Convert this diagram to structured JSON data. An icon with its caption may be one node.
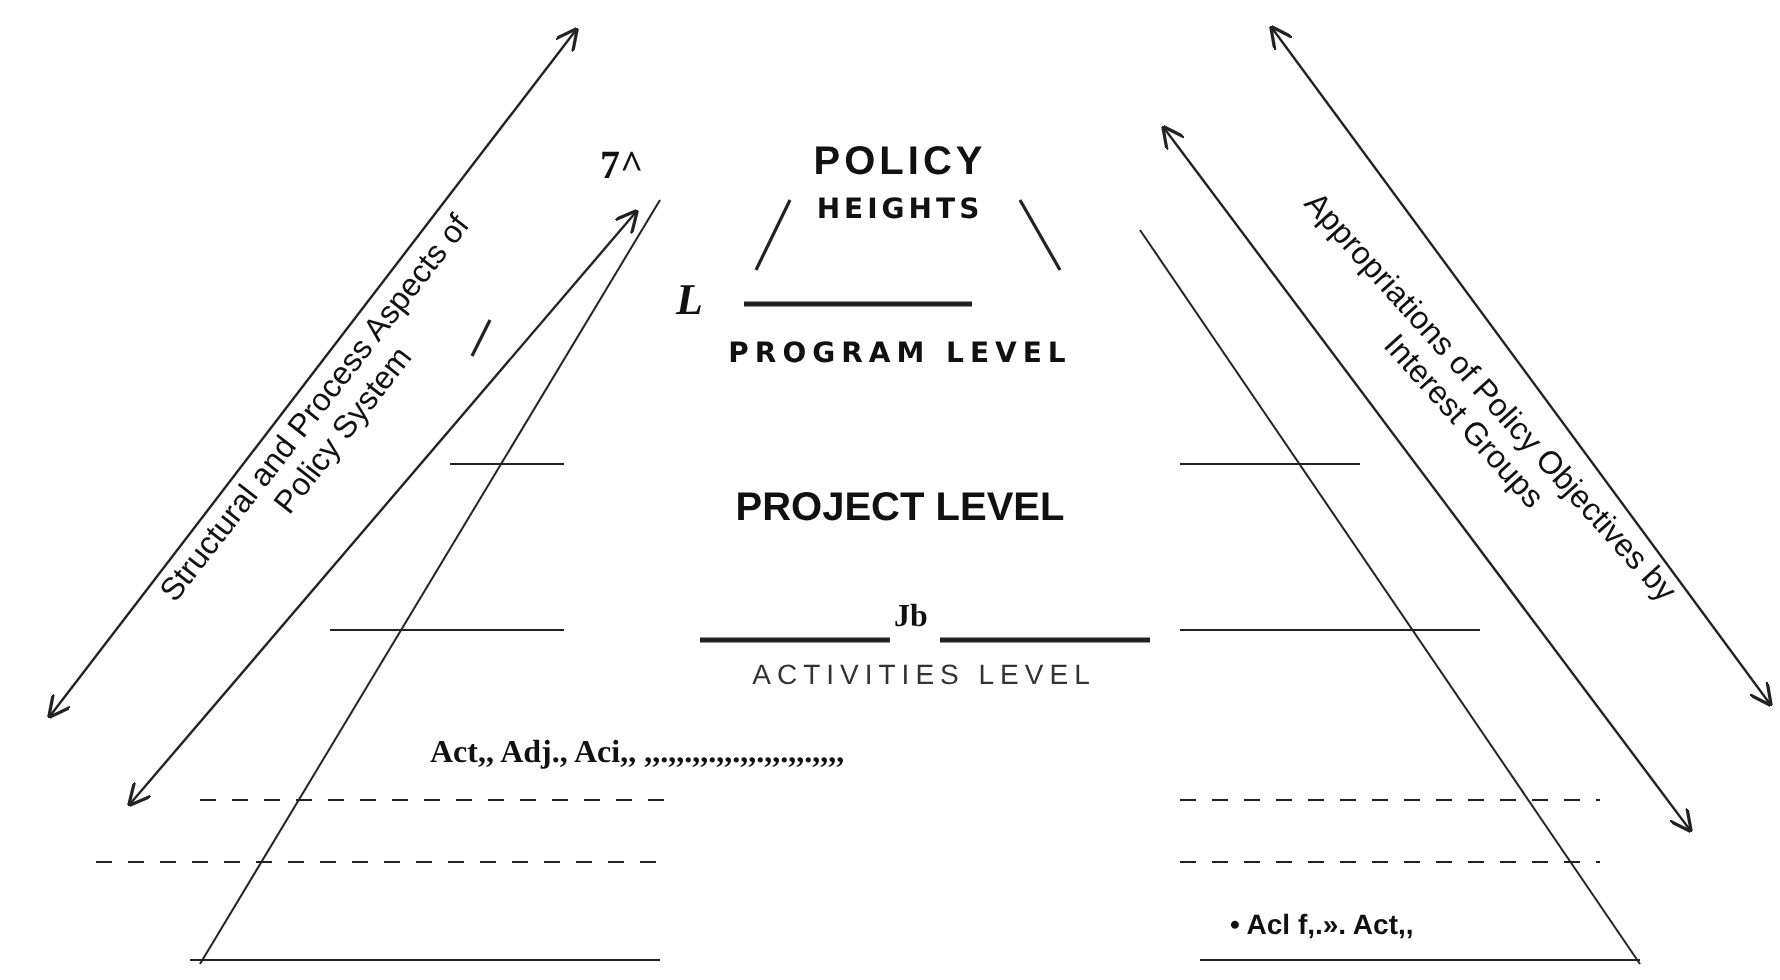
{
  "diagram": {
    "nodes": [
      {
        "text": [
          "POLICY",
          "HEIGHTS"
        ]
      },
      {
        "text": [
          "PROGRAM LEVEL"
        ]
      },
      {
        "text": [
          "PROJECT LEVEL"
        ]
      },
      {
        "text": [
          "ACTIVITIES LEVEL"
        ]
      },
      {
        "text": [
          "Act,, Adj., Aci,, ,,.,,.,,.,,.,,.,,.,,.,,,,"
        ]
      },
      {
        "text": [
          "• Acl f,.». Act,,"
        ]
      }
    ],
    "edges": [],
    "labels": [
      "7^",
      "L",
      "Jb",
      "Structural and Process Aspects of Policy System",
      "Appropriations of Policy Objectives by Interest Groups"
    ]
  }
}
